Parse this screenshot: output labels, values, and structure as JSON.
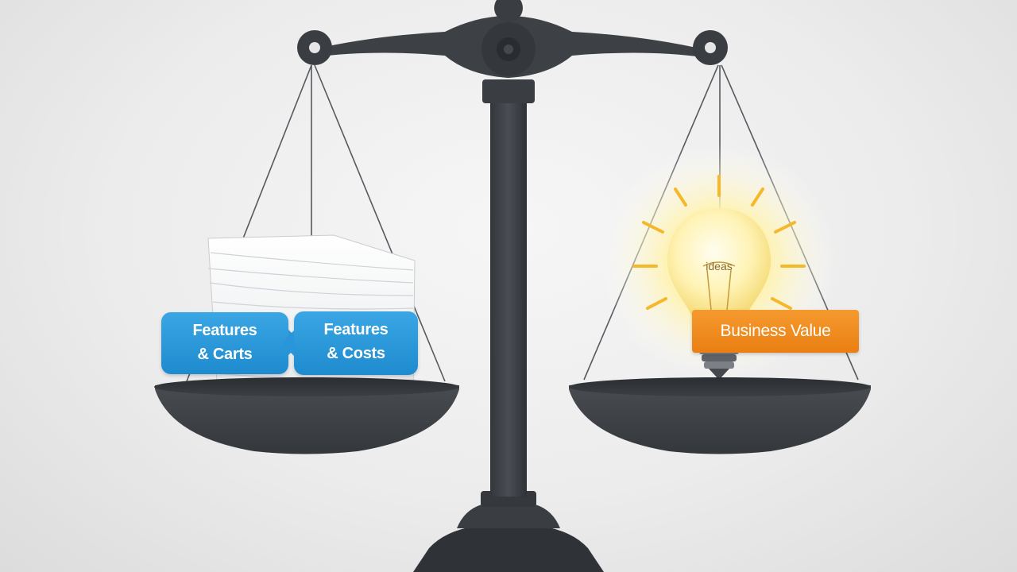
{
  "scale": {
    "left_pan": {
      "label_1": {
        "line1": "Features",
        "line2": "& Carts"
      },
      "label_2": {
        "line1": "Features",
        "line2": "& Costs"
      }
    },
    "right_pan": {
      "label": "Business Value",
      "bulb_text": "ideas"
    }
  },
  "colors": {
    "scale_metal": "#3f4247",
    "label_blue": "#2896d9",
    "label_orange": "#ee8518",
    "bulb_glow": "#fff3a8",
    "ray": "#f5b82a"
  },
  "icons": [
    "balance-scale-icon",
    "paper-stack-icon",
    "light-bulb-icon"
  ]
}
